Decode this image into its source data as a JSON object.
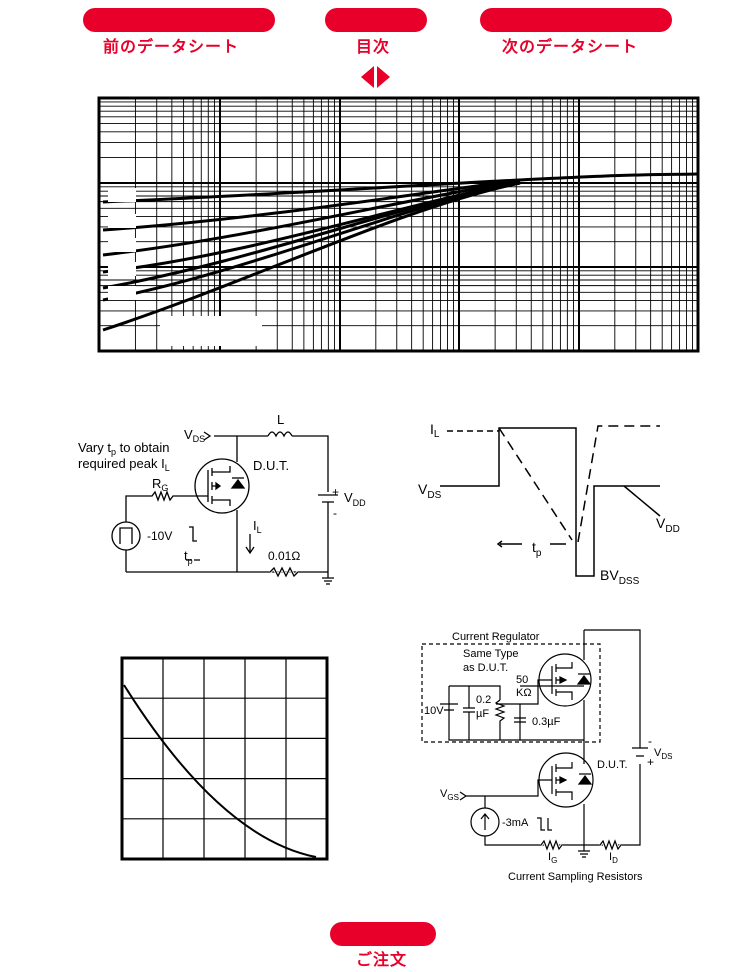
{
  "nav": {
    "prev_label": "前のデータシート",
    "toc_label": "目次",
    "next_label": "次のデータシート",
    "order_label": "ご注文",
    "accent": "#e8002a"
  },
  "test_circuit": {
    "vary_line1": "Vary t",
    "vary_sub": "p",
    "vary_line1_end": " to obtain",
    "vary_line2": "required peak I",
    "vary_line2_sub": "L",
    "vds": "V",
    "vds_sub": "DS",
    "inductor": "L",
    "dut": "D.U.T.",
    "rg": "R",
    "rg_sub": "G",
    "vdd": "V",
    "vdd_sub": "DD",
    "il": "I",
    "il_sub": "L",
    "pulse": "-10V",
    "tp": "t",
    "tp_sub": "p",
    "resistor": "0.01Ω",
    "plus": "+",
    "minus": "-"
  },
  "waveform": {
    "il": "I",
    "il_sub": "L",
    "vds": "V",
    "vds_sub": "DS",
    "vdd": "V",
    "vdd_sub": "DD",
    "tp": "t",
    "tp_sub": "p",
    "bv": "BV",
    "bv_sub": "DSS"
  },
  "gate_circuit": {
    "regulator": "Current Regulator",
    "same_type": "Same Type",
    "as_dut": "as D.U.T.",
    "v10": "10V",
    "cap1": "0.2",
    "cap1_unit": "µF",
    "res50": "50",
    "res50_unit": "KΩ",
    "cap2": "0.3µF",
    "dut": "D.U.T.",
    "vds": "V",
    "vds_sub": "DS",
    "vgs": "V",
    "vgs_sub": "GS",
    "ma": "-3mA",
    "ig": "I",
    "ig_sub": "G",
    "id": "I",
    "id_sub": "D",
    "sampling": "Current Sampling Resistors",
    "plus": "+",
    "minus": "-"
  }
}
